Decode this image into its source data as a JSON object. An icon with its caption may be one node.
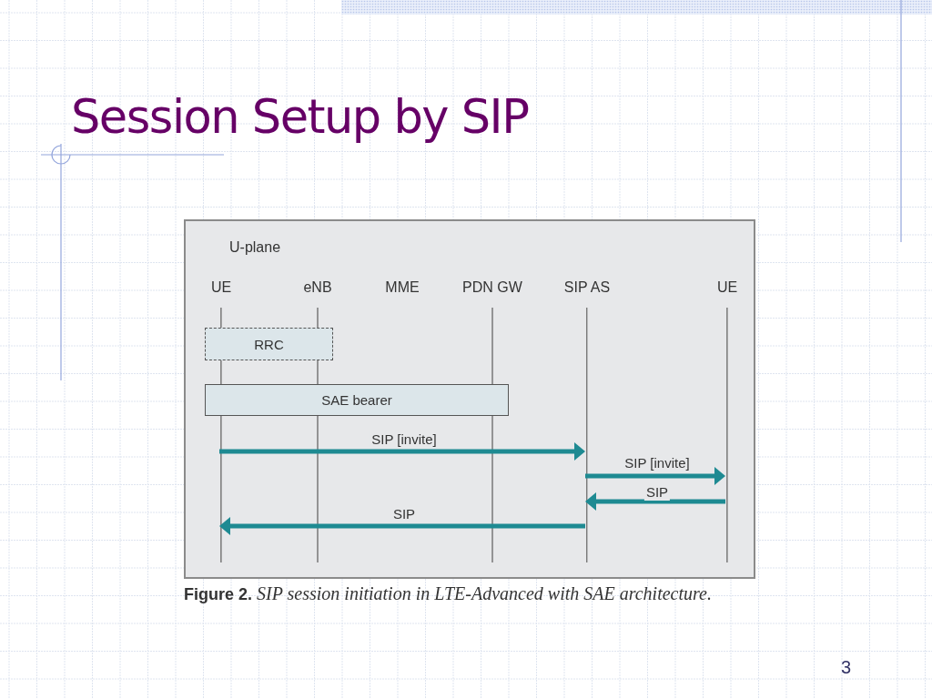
{
  "diagram": {
    "title": "Session Setup by SIP",
    "caption": "**Figure 2.** *SIP session initiation in LTE-Advanced with SAE architecture.*",
    "nodes": [
      {
        "text": [
          "U-plane"
        ]
      },
      {
        "text": [
          "UE"
        ],
        "in": 0
      },
      {
        "text": [
          "eNB"
        ],
        "in": 0
      },
      {
        "text": [
          "MME"
        ],
        "in": 0
      },
      {
        "text": [
          "PDN GW"
        ],
        "in": 0
      },
      {
        "text": [
          "SIP AS"
        ],
        "in": 0
      },
      {
        "text": [
          "UE"
        ],
        "in": 0
      },
      {
        "text": [
          "RRC"
        ],
        "in": 0
      },
      {
        "text": [
          "SAE bearer"
        ],
        "in": 0
      }
    ],
    "edges": [
      {
        "from": 1,
        "to": 5,
        "arrow": "to",
        "label": "SIP [invite]"
      },
      {
        "from": 5,
        "to": 6,
        "arrow": "to",
        "label": "SIP [invite]"
      },
      {
        "from": 6,
        "to": 5,
        "arrow": "to",
        "label": "SIP"
      },
      {
        "from": 5,
        "to": 1,
        "arrow": "to",
        "label": "SIP"
      }
    ],
    "labels": [
      "3"
    ]
  }
}
